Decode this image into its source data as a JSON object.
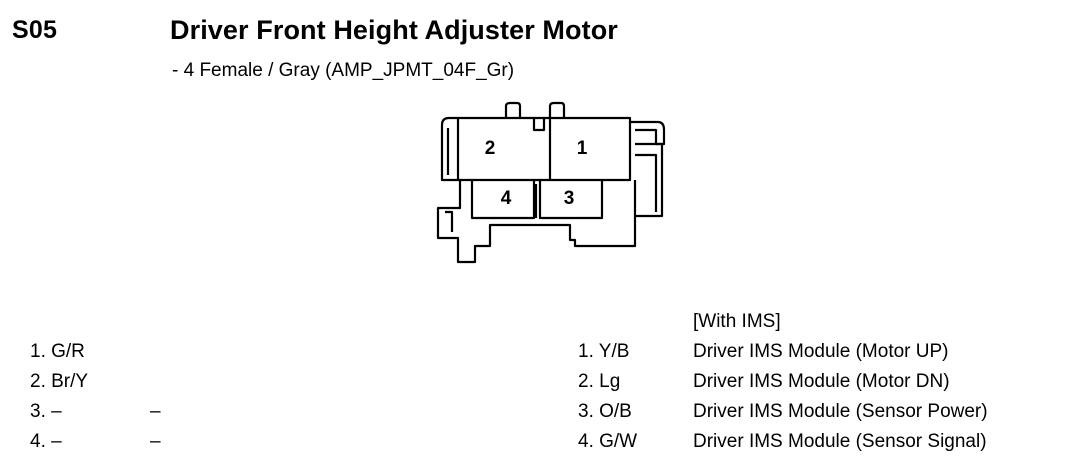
{
  "header": {
    "code": "S05",
    "title": "Driver Front Height Adjuster Motor",
    "subtitle": "- 4 Female / Gray (AMP_JPMT_04F_Gr)"
  },
  "connector": {
    "pins": [
      "1",
      "2",
      "3",
      "4"
    ]
  },
  "base_pinout": [
    {
      "pin": "1. G/R",
      "desc": ""
    },
    {
      "pin": "2. Br/Y",
      "desc": ""
    },
    {
      "pin": "3. –",
      "desc": "–"
    },
    {
      "pin": "4. –",
      "desc": "–"
    }
  ],
  "ims_pinout": {
    "heading": "[With IMS]",
    "rows": [
      {
        "pin": "1. Y/B",
        "desc": "Driver IMS Module (Motor UP)"
      },
      {
        "pin": "2. Lg",
        "desc": "Driver IMS Module (Motor DN)"
      },
      {
        "pin": "3. O/B",
        "desc": "Driver IMS Module (Sensor Power)"
      },
      {
        "pin": "4. G/W",
        "desc": "Driver IMS Module (Sensor Signal)"
      }
    ]
  }
}
